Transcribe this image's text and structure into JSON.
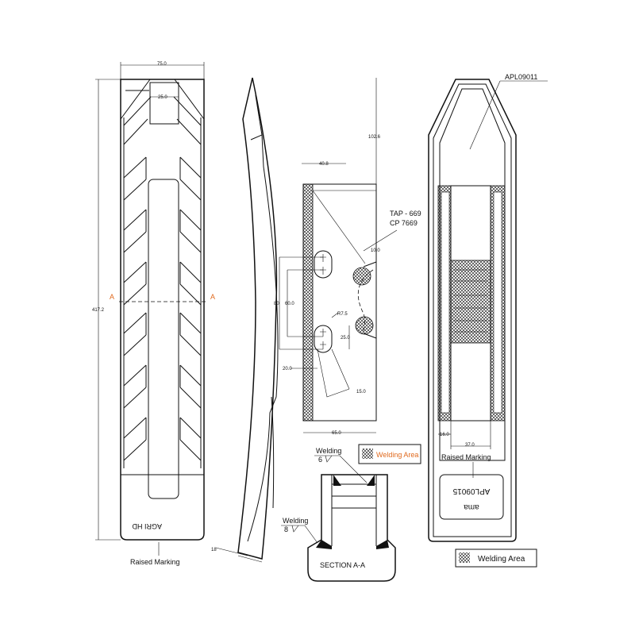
{
  "dimensions": {
    "width_75": "75.0",
    "inner_25": "25.0",
    "height_417": "417.2",
    "dim_102": "102.6",
    "dim_40": "40.8",
    "dim_10": "10.0",
    "dim_80": "80",
    "dim_60": "60.0",
    "dim_r75": "R7.5",
    "dim_25b": "25.0",
    "dim_20": "20.0",
    "dim_15": "15.0",
    "dim_65": "65.0",
    "dim_18": "18",
    "dim_16": "16.0",
    "dim_37": "37.0"
  },
  "section_marks": {
    "left": "A",
    "right": "A"
  },
  "labels": {
    "agri_hd": "AGRI HD",
    "raised_marking_left": "Raised Marking",
    "tap": "TAP - 669",
    "cp": "CP 7669",
    "welding_top": "Welding",
    "welding_top_size": "6",
    "welding_bottom": "Welding",
    "welding_bottom_size": "8",
    "section_aa": "SECTION A-A",
    "welding_area_mid": "Welding Area",
    "part_no": "APL09011",
    "raised_marking_right": "Raised Marking",
    "plate_code": "APL09015",
    "plate_logo": "ama",
    "welding_area_right": "Welding Area"
  }
}
